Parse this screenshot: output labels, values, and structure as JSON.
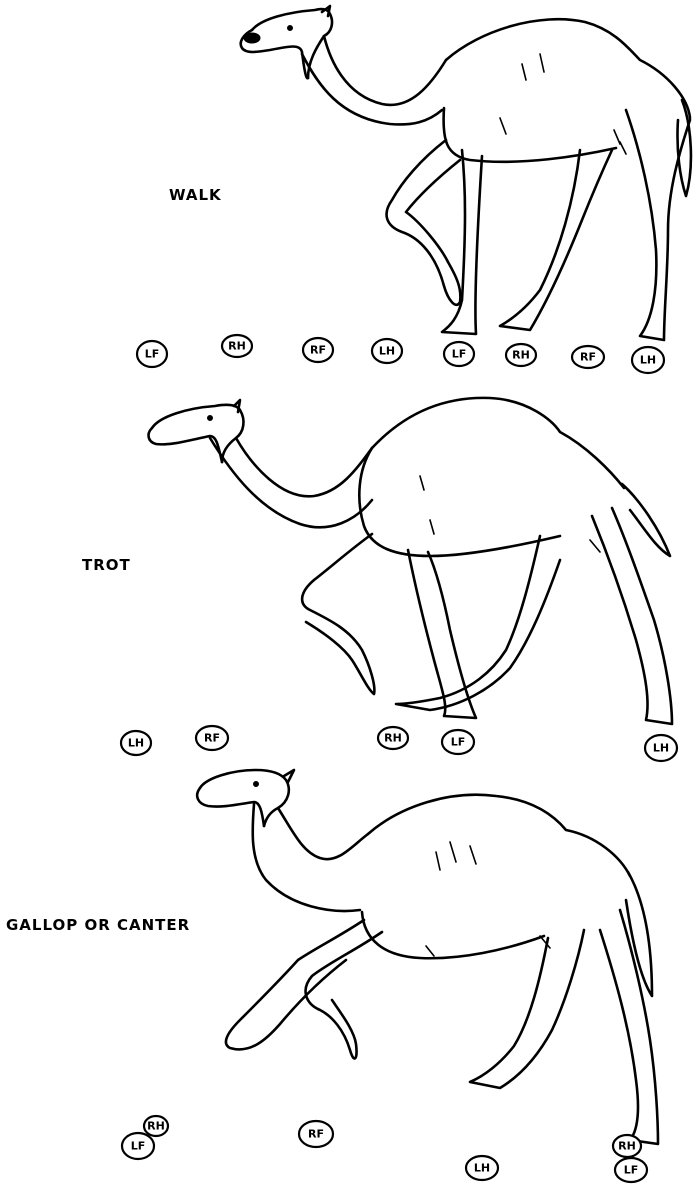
{
  "gaits": [
    {
      "label": "WALK",
      "footprints": [
        {
          "code": "LF"
        },
        {
          "code": "RH"
        },
        {
          "code": "RF"
        },
        {
          "code": "LH"
        },
        {
          "code": "LF"
        },
        {
          "code": "RH"
        },
        {
          "code": "RF"
        },
        {
          "code": "LH"
        }
      ]
    },
    {
      "label": "TROT",
      "footprints": [
        {
          "code": "LH"
        },
        {
          "code": "RF"
        },
        {
          "code": "RH"
        },
        {
          "code": "LF"
        },
        {
          "code": "LH"
        }
      ]
    },
    {
      "label": "GALLOP OR CANTER",
      "footprints": [
        {
          "code": "RH"
        },
        {
          "code": "LF"
        },
        {
          "code": "RF"
        },
        {
          "code": "LH"
        },
        {
          "code": "RH"
        },
        {
          "code": "LF"
        }
      ]
    }
  ]
}
